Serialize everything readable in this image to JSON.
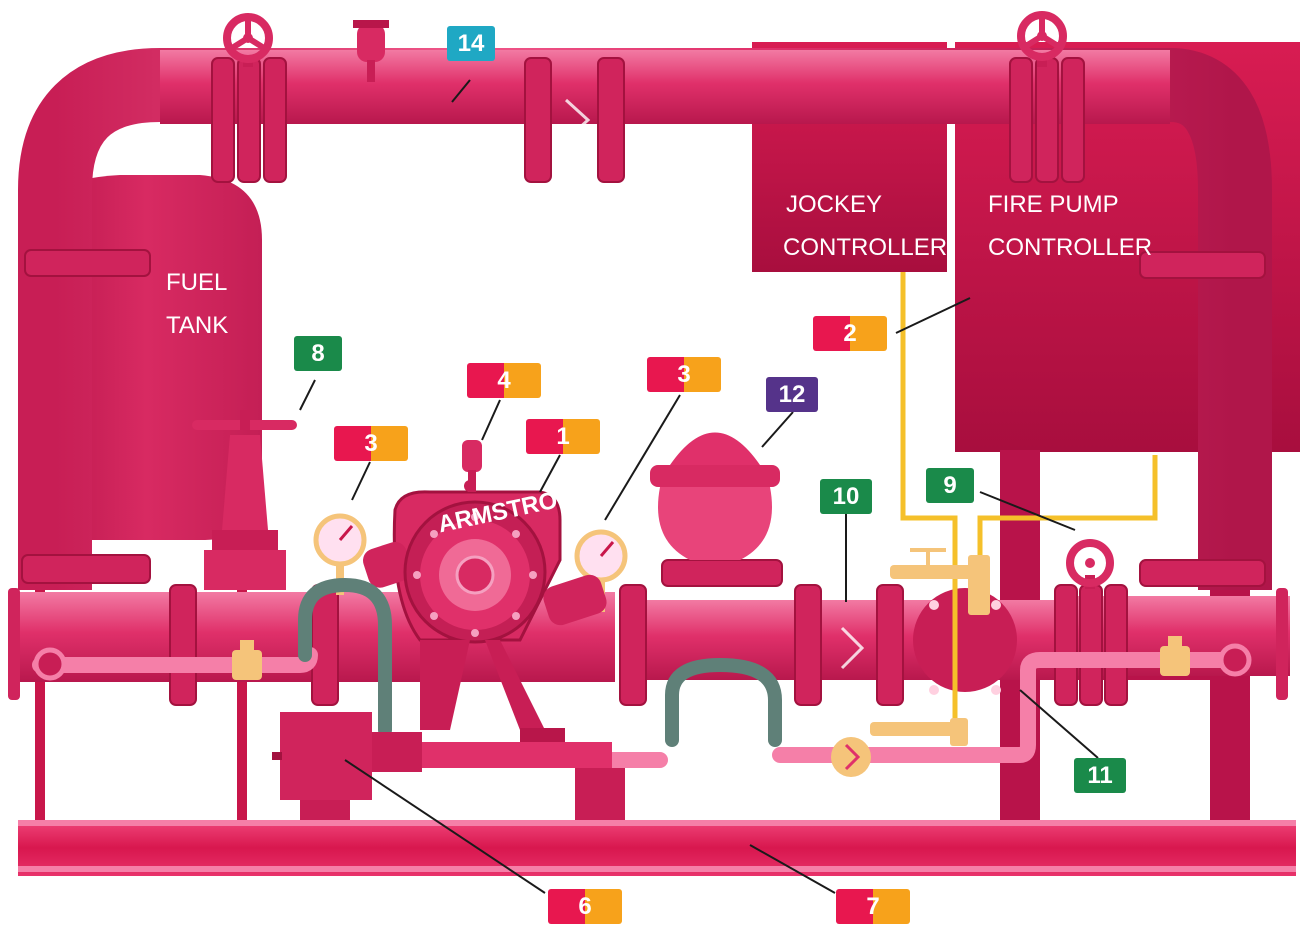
{
  "colors": {
    "pipe": "#e0306a",
    "pipe_dark": "#c81e55",
    "pipe_light": "#f57fa8",
    "panel": "#c8144a",
    "brass": "#f5c47a",
    "hose": "#5f8078",
    "signal": "#f5c02a",
    "tag_red": "#e8174f",
    "tag_orange": "#f7a21b",
    "tag_green": "#1a8a4a",
    "tag_purple": "#55338a",
    "tag_teal": "#1fa8c4"
  },
  "panels": {
    "fuel_tank": {
      "line1": "FUEL",
      "line2": "TANK"
    },
    "jockey_controller": {
      "line1": "JOCKEY",
      "line2": "CONTROLLER"
    },
    "fire_pump_controller": {
      "line1": "FIRE PUMP",
      "line2": "CONTROLLER"
    }
  },
  "pump_brand": "ARMSTRONG",
  "callouts": [
    {
      "id": "c14",
      "number": "14",
      "style": "solid",
      "color1": "tag_teal"
    },
    {
      "id": "c2",
      "number": "2",
      "style": "split",
      "color1": "tag_red",
      "color2": "tag_orange"
    },
    {
      "id": "c8",
      "number": "8",
      "style": "solid",
      "color1": "tag_green"
    },
    {
      "id": "c4",
      "number": "4",
      "style": "split",
      "color1": "tag_red",
      "color2": "tag_orange"
    },
    {
      "id": "c3a",
      "number": "3",
      "style": "split",
      "color1": "tag_red",
      "color2": "tag_orange"
    },
    {
      "id": "c1",
      "number": "1",
      "style": "split",
      "color1": "tag_red",
      "color2": "tag_orange"
    },
    {
      "id": "c3b",
      "number": "3",
      "style": "split",
      "color1": "tag_red",
      "color2": "tag_orange"
    },
    {
      "id": "c12",
      "number": "12",
      "style": "solid",
      "color1": "tag_purple"
    },
    {
      "id": "c10",
      "number": "10",
      "style": "solid",
      "color1": "tag_green"
    },
    {
      "id": "c9",
      "number": "9",
      "style": "solid",
      "color1": "tag_green"
    },
    {
      "id": "c11",
      "number": "11",
      "style": "solid",
      "color1": "tag_green"
    },
    {
      "id": "c6",
      "number": "6",
      "style": "split",
      "color1": "tag_red",
      "color2": "tag_orange"
    },
    {
      "id": "c7",
      "number": "7",
      "style": "split",
      "color1": "tag_red",
      "color2": "tag_orange"
    }
  ]
}
